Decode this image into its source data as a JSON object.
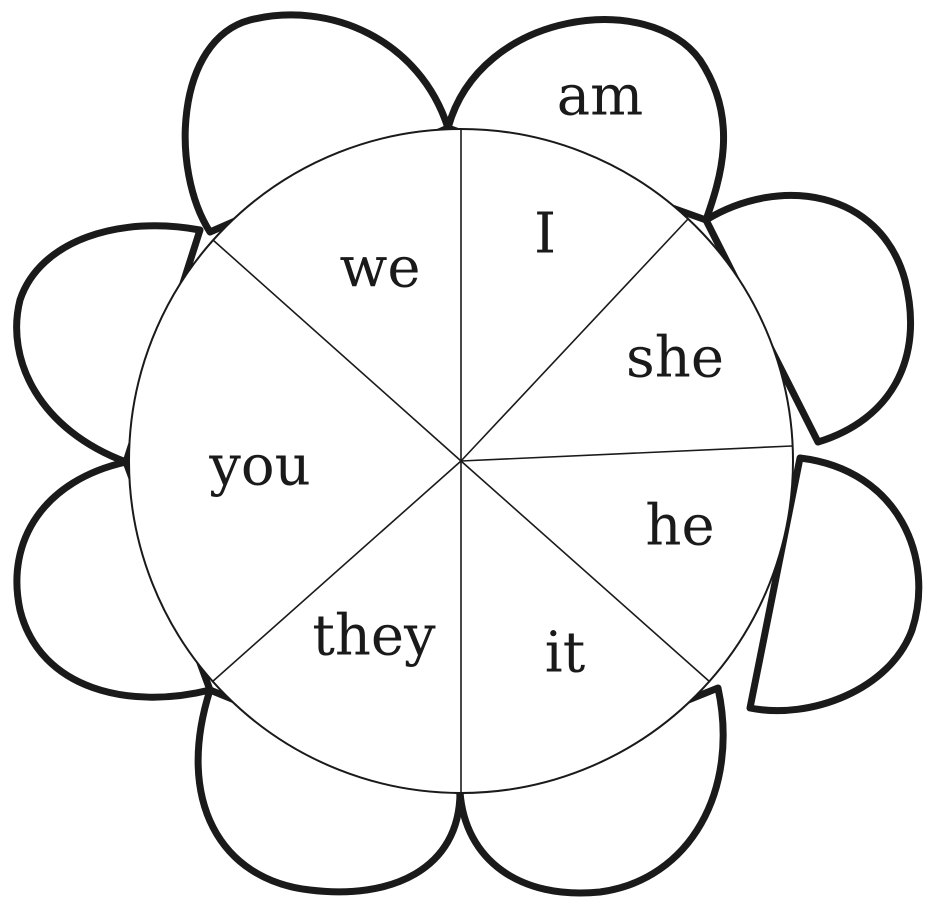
{
  "flower": {
    "petal_word": "am",
    "words": {
      "i": "I",
      "she": "she",
      "he": "he",
      "it": "it",
      "they": "they",
      "you": "you",
      "we": "we"
    }
  }
}
